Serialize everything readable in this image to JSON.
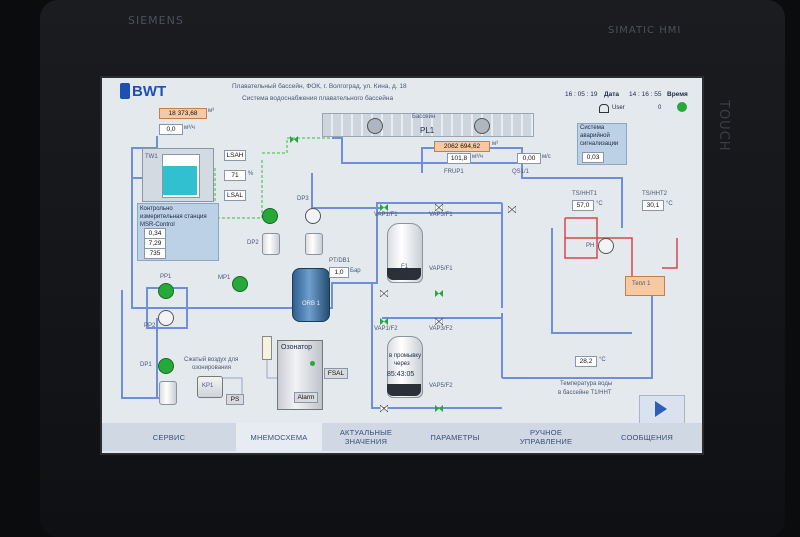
{
  "device": {
    "brand_top": "SIEMENS",
    "brand_right": "SIMATIC HMI",
    "touch_label": "TOUCH"
  },
  "header": {
    "logo": "BWT",
    "title_line1": "Плавательный бассейн, ФОК, г. Волгоград, ул. Кина, д. 18",
    "title_line2": "Система водоснабжения плавательного бассейна",
    "time1": "16 : 05 : 19",
    "date_label": "Дата",
    "time2": "14 : 16 : 55",
    "time_label": "Время",
    "user_label": "User",
    "user_value": "0"
  },
  "tags": {
    "top_counter": "18  373,68",
    "top_counter_unit": "м³",
    "flow_small": "0,0",
    "flow_small_unit": "м³/ч",
    "tw1": "TW1",
    "lsah": "LSAH",
    "lt_value": "71",
    "lt_unit": "%",
    "lsal": "LSAL",
    "pool_label": "Бассейн",
    "pl1": "PL1",
    "main_counter": "2062 694,62",
    "main_counter_unit": "м³",
    "main_flow": "101,8",
    "main_flow_unit": "м³/ч",
    "small_value": "0,00",
    "small_unit": "м/с",
    "frup": "FRUP1",
    "qs": "QS1/1",
    "alarm_system_line1": "Система",
    "alarm_system_line2": "аварийной",
    "alarm_system_line3": "сигнализации",
    "alarm_value": "0,03",
    "control_station": "Контрольно измерительная станция  MSR-Control",
    "cs_v1": "0,34",
    "cs_v2": "7,29",
    "cs_v3": "735",
    "pressure_tag": "PT/DB1",
    "pressure_value": "1,0",
    "pressure_unit": "Бар",
    "orb_label": "ORB 1",
    "filter_f1": "F1",
    "filter_f2_line1": "в промывку",
    "filter_f2_line2": "через",
    "filter_timer": "85:43:05",
    "vap_labels": [
      "VAP1/F1",
      "VAP3/F1",
      "VAP5/F1",
      "VAP1/F2",
      "VAP3/F2",
      "VAP5/F2"
    ],
    "temp1_tag": "TS/HHT1",
    "temp1_value": "57,0",
    "temp1_unit": "°С",
    "temp2_tag": "TS/HHT2",
    "temp2_value": "30,1",
    "temp2_unit": "°С",
    "temp3_value": "28,2",
    "temp3_unit": "°С",
    "pump_ph": "PH",
    "heat_exchanger": "Тепл 1",
    "water_temp_caption_line1": "Температура воды",
    "water_temp_caption_line2": "в бассейне T1/HHT",
    "ozonator": "Озонатор",
    "alarm": "Alarm",
    "fsal": "FSAL",
    "ozone_caption_line1": "Сжатый воздух для",
    "ozone_caption_line2": "озонирования",
    "kp1": "KP1",
    "ps": "PS",
    "dp1": "DP1",
    "pump_p1": "PP1",
    "pump_p2": "PP2",
    "mp1": "МP1",
    "dp2": "DP2",
    "dp3": "DP3"
  },
  "nav": [
    {
      "label": "СЕРВИС"
    },
    {
      "label": "МНЕМОСХЕМА"
    },
    {
      "label": "АКТУАЛЬНЫЕ\nЗНАЧЕНИЯ"
    },
    {
      "label": "ПАРАМЕТРЫ"
    },
    {
      "label": "РУЧНОЕ\nУПРАВЛЕНИЕ"
    },
    {
      "label": "СООБЩЕНИЯ"
    }
  ],
  "colors": {
    "pipe_blue": "#6f8fd8",
    "pipe_red": "#d84848",
    "pump_green": "#27a83a",
    "panel": "#bcd0e6",
    "logo_blue": "#1e4fb5"
  }
}
